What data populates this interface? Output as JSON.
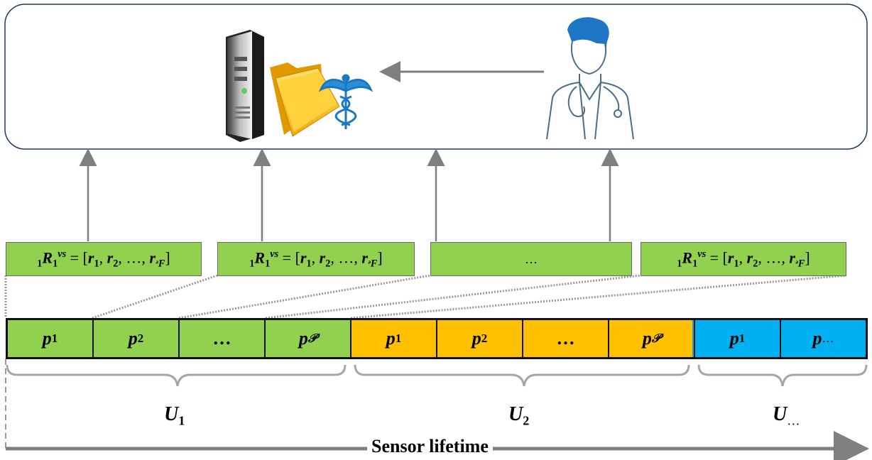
{
  "record_boxes": [
    {
      "pre": "1",
      "sym": "R",
      "sub": "1",
      "sup": "vs",
      "eq": " = [",
      "items": [
        "r",
        "r",
        "r"
      ],
      "subs": [
        "1",
        "2",
        "ᵊF"
      ],
      "sep": ", ",
      "dots": "…",
      "close": "]"
    },
    {
      "pre": "1",
      "sym": "R",
      "sub": "1",
      "sup": "vs",
      "eq": " = [",
      "items": [
        "r",
        "r",
        "r"
      ],
      "subs": [
        "1",
        "2",
        "ᵊF"
      ],
      "sep": ", ",
      "dots": "…",
      "close": "]"
    },
    {
      "text": "…"
    },
    {
      "pre": "1",
      "sym": "R",
      "sub": "1",
      "sup": "vs",
      "eq": " = [",
      "items": [
        "r",
        "r",
        "r"
      ],
      "subs": [
        "1",
        "2",
        "ᵊF"
      ],
      "sep": ", ",
      "dots": "…",
      "close": "]"
    }
  ],
  "timeline_cells": [
    {
      "sym": "p",
      "sub": "1"
    },
    {
      "sym": "p",
      "sub": "2"
    },
    {
      "text": "…"
    },
    {
      "sym": "p",
      "sub": "𝒫"
    },
    {
      "sym": "p",
      "sub": "1"
    },
    {
      "sym": "p",
      "sub": "2"
    },
    {
      "text": "…"
    },
    {
      "sym": "p",
      "sub": "𝒫"
    },
    {
      "sym": "p",
      "sub": "1"
    },
    {
      "sym": "p",
      "sub": "…"
    }
  ],
  "units": [
    {
      "sym": "U",
      "sub": "1"
    },
    {
      "sym": "U",
      "sub": "2"
    },
    {
      "sym": "U",
      "sub": "…"
    }
  ],
  "lifetime_label": "Sensor lifetime",
  "colors": {
    "green": "#92d050",
    "orange": "#ffc000",
    "blue": "#00b0f0",
    "frame": "#1f3864",
    "arrow": "#7f7f7f"
  },
  "icons": [
    "server-icon",
    "medical-folder-icon",
    "caduceus-icon",
    "doctor-icon"
  ]
}
